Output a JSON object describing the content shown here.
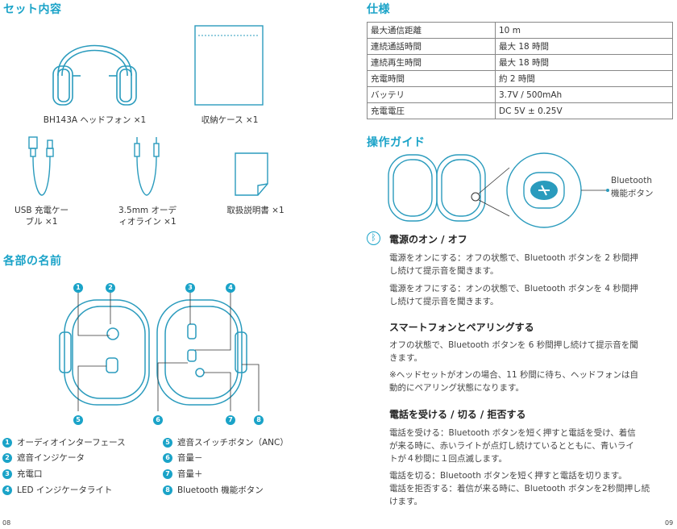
{
  "left": {
    "set_title": "セット内容",
    "items": {
      "headphones": "BH143A ヘッドフォン ×1",
      "case": "収納ケース ×1",
      "usb_line1": "USB 充電ケー",
      "usb_line2": "ブル ×1",
      "aux_line1": "3.5mm オーデ",
      "aux_line2": "ィオライン ×1",
      "manual": "取扱説明書 ×1"
    },
    "parts_title": "各部の名前",
    "callouts": [
      "1",
      "2",
      "3",
      "4",
      "5",
      "6",
      "7",
      "8"
    ],
    "parts": [
      {
        "n": "1",
        "label": "オーディオインターフェース"
      },
      {
        "n": "2",
        "label": "遮音インジケータ"
      },
      {
        "n": "3",
        "label": "充電口"
      },
      {
        "n": "4",
        "label": "LED インジケータライト"
      },
      {
        "n": "5",
        "label": "遮音スイッチボタン（ANC）"
      },
      {
        "n": "6",
        "label": "音量－"
      },
      {
        "n": "7",
        "label": "音量＋"
      },
      {
        "n": "8",
        "label": "Bluetooth 機能ボタン"
      }
    ],
    "page_number": "08"
  },
  "right": {
    "spec_title": "仕様",
    "spec": [
      {
        "k": "最大通信距離",
        "v": "10 m"
      },
      {
        "k": "連続通話時間",
        "v": "最大 18 時間"
      },
      {
        "k": "連続再生時間",
        "v": "最大 18 時間"
      },
      {
        "k": "充電時間",
        "v": "約 2 時間"
      },
      {
        "k": "バッテリ",
        "v": "3.7V / 500mAh"
      },
      {
        "k": "充電電圧",
        "v": "DC 5V ± 0.25V"
      }
    ],
    "guide_title": "操作ガイド",
    "bt_label_line1": "Bluetooth",
    "bt_label_line2": "機能ボタン",
    "sec1_title": "電源のオン / オフ",
    "sec1_p1_line1": "電源をオンにする：オフの状態で、Bluetooth ボタンを 2 秒間押",
    "sec1_p1_line2": "し続けて提示音を聞きます。",
    "sec1_p2_line1": "電源をオフにする：オンの状態で、Bluetooth ボタンを 4 秒間押",
    "sec1_p2_line2": "し続けて提示音を聞きます。",
    "sec2_title": "スマートフォンとペアリングする",
    "sec2_p1_line1": "オフの状態で、Bluetooth ボタンを 6 秒間押し続けて提示音を聞",
    "sec2_p1_line2": "きます。",
    "sec2_p2_line1": "※ヘッドセットがオンの場合、11 秒間に待ち、ヘッドフォンは自",
    "sec2_p2_line2": "動的にペアリング状態になります。",
    "sec3_title": "電話を受ける / 切る / 拒否する",
    "sec3_p1_line1": "電話を受ける：Bluetooth ボタンを短く押すと電話を受け、着信",
    "sec3_p1_line2": "が来る時に、赤いライトが点灯し続けているとともに、青いライ",
    "sec3_p1_line3": "トが４秒間に１回点滅します。",
    "sec3_p2_line1": "電話を切る：Bluetooth ボタンを短く押すと電話を切ります。",
    "sec3_p2_line2": "電話を拒否する：着信が来る時に、Bluetooth ボタンを2秒間押し続",
    "sec3_p2_line3": "けます。",
    "page_number": "09"
  },
  "colors": {
    "accent": "#1aa3c8",
    "line": "#2a9bbd"
  }
}
